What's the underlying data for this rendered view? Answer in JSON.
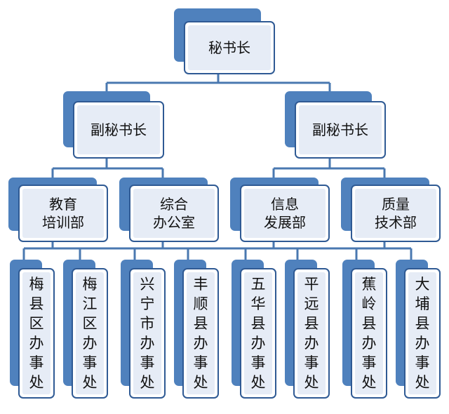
{
  "chart": {
    "root": {
      "label": "秘书长"
    },
    "deputies": [
      {
        "label": "副秘书长"
      },
      {
        "label": "副秘书长"
      }
    ],
    "departments": [
      {
        "label": "教育\n培训部"
      },
      {
        "label": "综合\n办公室"
      },
      {
        "label": "信息\n发展部"
      },
      {
        "label": "质量\n技术部"
      }
    ],
    "offices": [
      {
        "label": "梅\n县\n区\n办\n事\n处"
      },
      {
        "label": "梅\n江\n区\n办\n事\n处"
      },
      {
        "label": "兴\n宁\n市\n办\n事\n处"
      },
      {
        "label": "丰\n顺\n县\n办\n事\n处"
      },
      {
        "label": "五\n华\n县\n办\n事\n处"
      },
      {
        "label": "平\n远\n县\n办\n事\n处"
      },
      {
        "label": "蕉\n岭\n县\n办\n事\n处"
      },
      {
        "label": "大\n埔\n县\n办\n事\n处"
      }
    ]
  },
  "colors": {
    "accent": "#4f81bd",
    "border": "#2f5a94",
    "fill": "#e6ecf6",
    "connector": "#4a78b0"
  }
}
